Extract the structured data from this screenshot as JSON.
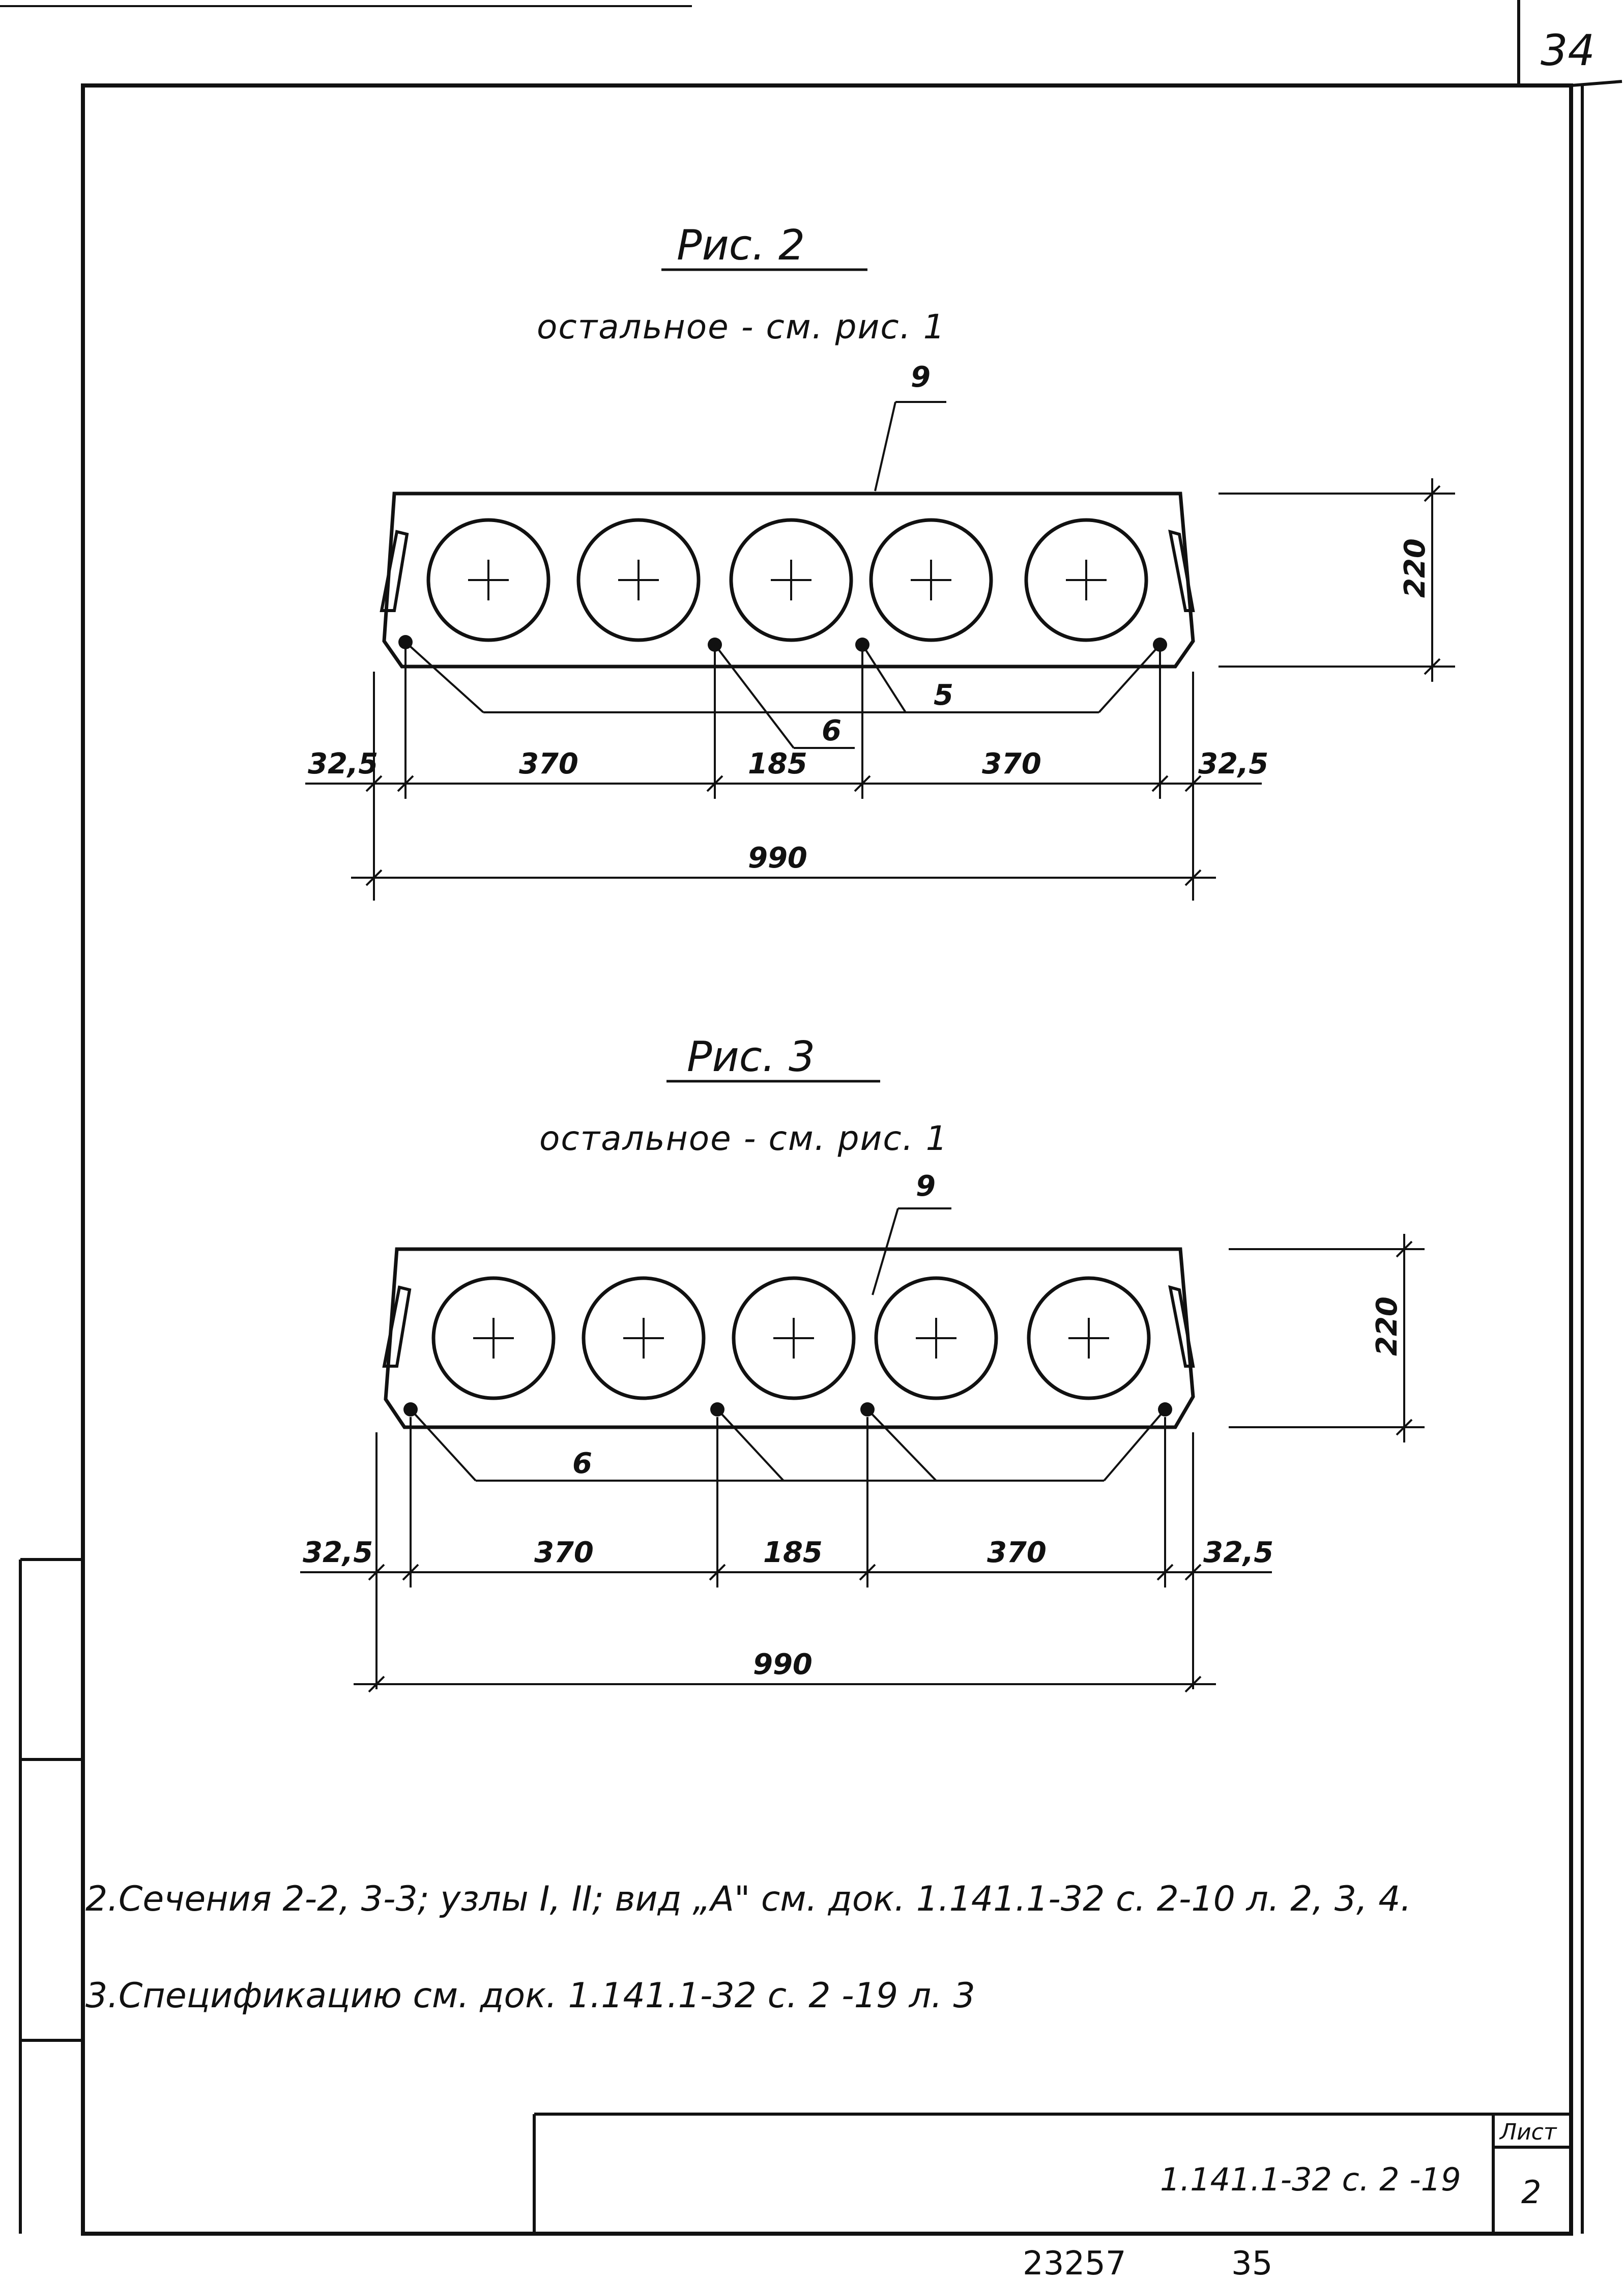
{
  "sheet_number_top": "34",
  "figures": [
    {
      "title": "Рис. 2",
      "subtitle": "остальное - см. рис. 1",
      "callouts": [
        "9",
        "5",
        "6"
      ],
      "dimensions": {
        "height": "220",
        "segments": [
          "32,5",
          "370",
          "185",
          "370",
          "32,5"
        ],
        "total": "990"
      }
    },
    {
      "title": "Рис. 3",
      "subtitle": "остальное - см. рис. 1",
      "callouts": [
        "9",
        "6"
      ],
      "dimensions": {
        "height": "220",
        "segments": [
          "32,5",
          "370",
          "185",
          "370",
          "32,5"
        ],
        "total": "990"
      }
    }
  ],
  "notes": [
    "2.Сечения 2-2, 3-3; узлы I, II; вид „А\" см. док. 1.141.1-32 с. 2-10 л. 2, 3, 4.",
    "3.Спецификацию см. док.   1.141.1-32 с. 2 -19 л. 3"
  ],
  "title_block": {
    "doc_code": "1.141.1-32 с. 2 -19",
    "sheet_label": "Лист",
    "sheet_number": "2"
  },
  "bottom_margin": {
    "order_number": "23257",
    "page_number": "35"
  }
}
